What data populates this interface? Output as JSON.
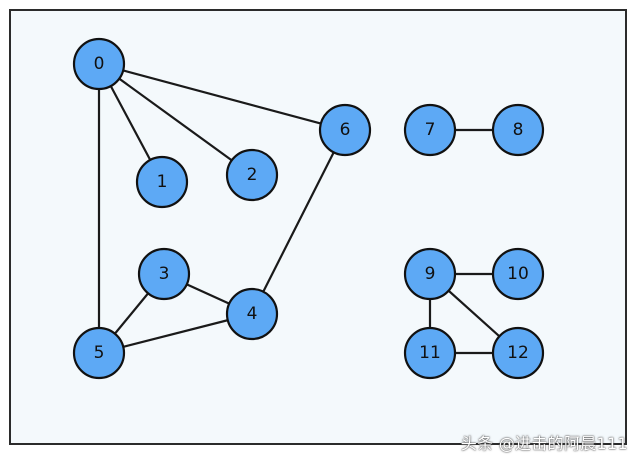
{
  "graph": {
    "nodes": [
      {
        "id": "0",
        "label": "0"
      },
      {
        "id": "1",
        "label": "1"
      },
      {
        "id": "2",
        "label": "2"
      },
      {
        "id": "3",
        "label": "3"
      },
      {
        "id": "4",
        "label": "4"
      },
      {
        "id": "5",
        "label": "5"
      },
      {
        "id": "6",
        "label": "6"
      },
      {
        "id": "7",
        "label": "7"
      },
      {
        "id": "8",
        "label": "8"
      },
      {
        "id": "9",
        "label": "9"
      },
      {
        "id": "10",
        "label": "10"
      },
      {
        "id": "11",
        "label": "11"
      },
      {
        "id": "12",
        "label": "12"
      }
    ],
    "edges": [
      [
        "0",
        "1"
      ],
      [
        "0",
        "2"
      ],
      [
        "0",
        "5"
      ],
      [
        "0",
        "6"
      ],
      [
        "6",
        "4"
      ],
      [
        "3",
        "4"
      ],
      [
        "3",
        "5"
      ],
      [
        "4",
        "5"
      ],
      [
        "7",
        "8"
      ],
      [
        "9",
        "10"
      ],
      [
        "9",
        "11"
      ],
      [
        "9",
        "12"
      ],
      [
        "11",
        "12"
      ]
    ],
    "colors": {
      "node_fill": "#5da9f5",
      "node_stroke": "#111111",
      "edge": "#1a1a1a",
      "background": "#f4f9fc"
    }
  },
  "watermark": {
    "text": "头条 @进击的阿晨111"
  }
}
